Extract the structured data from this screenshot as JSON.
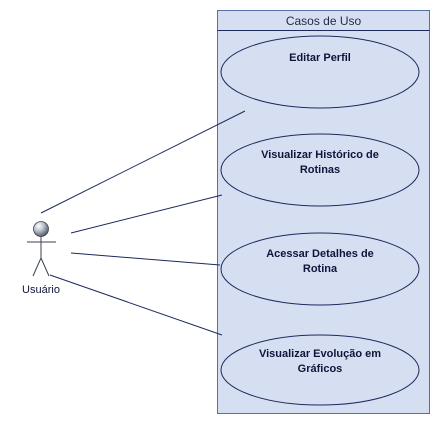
{
  "system": {
    "title": "Casos de Uso"
  },
  "actor": {
    "name": "Usuário"
  },
  "use_cases": [
    {
      "line1": "Editar Perfil",
      "line2": ""
    },
    {
      "line1": "Visualizar Histórico de",
      "line2": "Rotinas"
    },
    {
      "line1": "Acessar Detalhes de",
      "line2": "Rotina"
    },
    {
      "line1": "Visualizar Evolução em",
      "line2": "Gráficos"
    }
  ],
  "colors": {
    "system_fill": "#d6dff2",
    "system_stroke": "#5a6fa0",
    "use_case_fill": "#d6dff2",
    "use_case_stroke": "#1d2a5c",
    "association_line": "#1d2a5c",
    "actor_head": "#8a94a8",
    "actor_body": "#3b4250"
  }
}
